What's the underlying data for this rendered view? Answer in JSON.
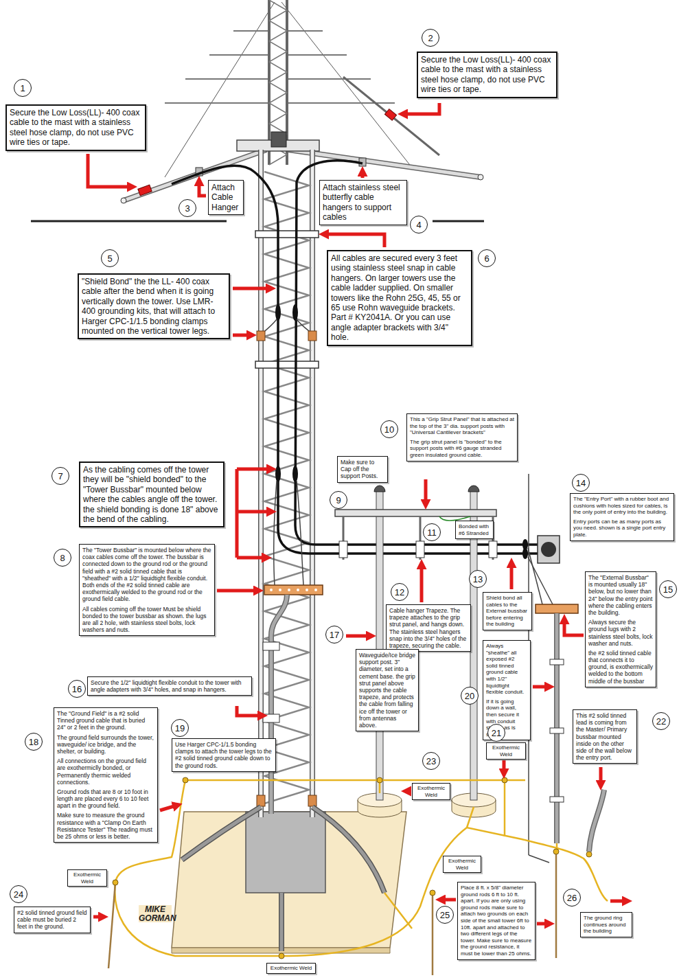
{
  "diagram": {
    "nodes": [
      {
        "text": [
          "Secure the Low Loss(LL)- 400 coax cable to the mast with a stainless steel hose clamp, do not use PVC wire ties or tape."
        ]
      },
      {
        "text": [
          "Secure the Low Loss(LL)- 400 coax cable to the mast with a stainless steel hose clamp, do not use PVC wire ties or tape."
        ]
      },
      {
        "text": [
          "Attach Cable Hanger"
        ]
      },
      {
        "text": [
          "Attach stainless steel butterfly cable hangers to support cables"
        ]
      },
      {
        "text": [
          "\"Shield Bond\" the the LL- 400 coax cable after the bend when it is going vertically down the tower. Use LMR-400 grounding kits, that will attach to Harger CPC-1/1.5 bonding clamps mounted on the vertical tower legs."
        ]
      },
      {
        "text": [
          "All cables are secured every 3 feet using stainless steel snap in cable hangers. On larger towers use the cable ladder supplied. On smaller towers like the Rohn 25G, 45, 55 or 65 use Rohn waveguide brackets. Part # KY2041A. Or you can use angle adapter brackets with 3/4\" hole."
        ]
      },
      {
        "text": [
          "As the cabling comes off the tower they will be \"shield bonded\" to the \"Tower Bussbar\" mounted below where the cables angle off the tower. the shield bonding is done 18\" above the bend of the cabling."
        ]
      },
      {
        "text": [
          "The \"Tower Bussbar\" is mounted below where the coax cables come off the tower. The bussbar is connected down to the ground rod or the ground field with a #2 solid tinned cable that is \"sheathed\" with a 1/2\" liquidtight flexible conduit. Both ends of the #2 solid tinned cable are exothermically welded to the ground rod or the ground field cable.",
          "All cables coming off the tower Must be shield bonded to the tower bussbar as shown. the lugs are all 2 hole, with stainless steel bolts, lock washers and nuts."
        ]
      },
      {
        "text": [
          "This a \"Grip Strut Panel\" that is attached at the top of the 3\" dia. support posts with \"Universal Cantilever brackets\"",
          "The grip strut panel is \"bonded\" to the support posts with #6 gauge stranded green insulated ground cable."
        ]
      },
      {
        "text": [
          "Make sure to Cap off the support Posts."
        ]
      },
      {
        "text": [
          "Bonded with #6 Stranded"
        ]
      },
      {
        "text": [
          "Cable hanger Trapeze. The trapeze attaches to the grip strut panel, and hangs down. The stainless steel hangers snap into the 3/4\" holes of the trapeze, securing the cable."
        ]
      },
      {
        "text": [
          "Shield bond all cables to the External bussbar before entering the building"
        ]
      },
      {
        "text": [
          "The \"Entry Port\" with a rubber boot and cushions with holes sized for cables, is the only point of entry into the building.",
          "Entry ports can be as many ports as you need. shown is a single port entry plate."
        ]
      },
      {
        "text": [
          "The \"External Bussbar\" is mounted usually 18\" below, but no lower than 24\" below the entry point where the cabling enters the building.",
          "Always secure the ground lugs with 2 stainless steel bolts, lock washer and nuts.",
          "the #2 solid tinned cable that connects it to ground, is exothermically welded to the bottom middle of the bussbar"
        ]
      },
      {
        "text": [
          "Secure the 1/2\" liquidtight flexible conduit to the tower with angle adapters with 3/4\" holes, and snap in hangers."
        ]
      },
      {
        "text": [
          "Waveguide/Ice bridge support post. 3\" diameter, set into a cement base. the grip strut panel above supports the cable trapeze, and protects the cable from falling ice off the tower or from antennas above."
        ]
      },
      {
        "text": [
          "The \"Ground Field\" is a #2 solid Tinned ground cable that is buried 24\" or 2 feet in the ground.",
          "The ground field surrounds the tower, waveguide/ ice bridge, and the shelter, or building.",
          "All connections on the ground field are exothermiclly bonded, or Permanently thermic welded connections.",
          "Ground rods that are 8 or 10 foot in length are placed every 6 to 10 feet apart in the ground field.",
          "Make sure to measure the ground resistance with a \"Clamp On Earth Resistance Tester\" The reading must be 25 ohms or less is better."
        ]
      },
      {
        "text": [
          "Use Harger CPC-1/1.5 bonding clamps to attach the tower legs to the #2 solid tinned ground cable down to the ground rods."
        ]
      },
      {
        "text": [
          "Always \"sheathe\" all exposed #2 solid tinned ground cable with 1/2\" liquidtight flexible conduit.",
          "If it is going down a wall, then secure it with conduit straps, as is shown."
        ]
      },
      {
        "text": [
          "Exothermic Weld"
        ]
      },
      {
        "text": [
          "This #2 solid tinned lead is coming from the Master/ Primary bussbar mounted inside on the other side of the wall below the entry port."
        ]
      },
      {
        "text": [
          "Exothermic Weld"
        ]
      },
      {
        "text": [
          "Exothermic Weld"
        ]
      },
      {
        "text": [
          "Exothermic Weld"
        ]
      },
      {
        "text": [
          "#2 solid tinned ground field cable must be buried 2 feet in the ground."
        ]
      },
      {
        "text": [
          "Place 8 ft. x 5/8\" diameter ground rods 6 ft to 10 ft. apart. If you are only using ground rods make sure to attach two grounds on each side of the small tower 6ft to 10ft. apart and attached to two different legs of the tower. Make sure to measure the ground resistance, it must be lower than 25 ohms."
        ]
      },
      {
        "text": [
          "The ground ring continues around the building"
        ]
      },
      {
        "text": [
          "Exothermic Weld"
        ]
      }
    ],
    "labels": [
      "1",
      "2",
      "3",
      "4",
      "5",
      "6",
      "7",
      "8",
      "9",
      "10",
      "11",
      "12",
      "13",
      "14",
      "15",
      "16",
      "17",
      "18",
      "19",
      "20",
      "21",
      "22",
      "23",
      "24",
      "25",
      "26",
      "MIKE GORMAN"
    ]
  }
}
